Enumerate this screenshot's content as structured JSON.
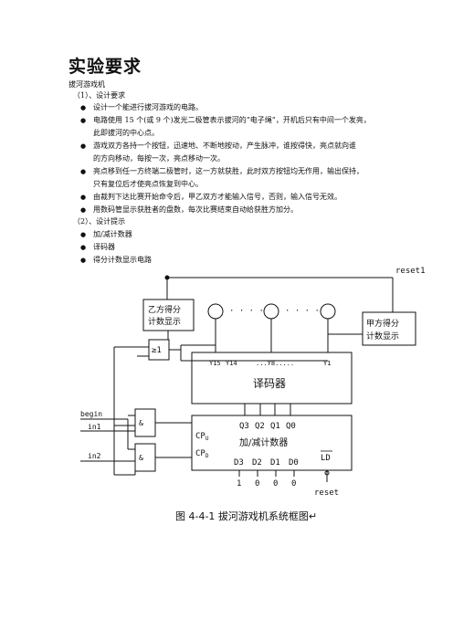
{
  "title": "实验要求",
  "subtitle": "拔河游戏机",
  "section1": "（1）、设计要求",
  "requirements": [
    "设计一个能进行拔河游戏的电路。",
    "电路使用 15 个(或 9 个)发光二极管表示拔河的“电子绳”，开机后只有中间一个发亮，",
    "此即拔河的中心点。",
    "游戏双方各持一个按钮，迅速地、不断地按动，产生脉冲，谁按得快，亮点就向谁",
    "的方向移动，每按一次，亮点移动一次。",
    "亮点移到任一方终端二极管时，这一方就获胜，此时双方按钮均无作用，输出保持，",
    "只有复位后才使亮点恢复到中心。",
    "由裁判下达比赛开始命令后，甲乙双方才能输入信号，否则，输入信号无效。",
    "用数码管显示获胜者的盘数，每次比赛结束自动给获胜方加分。"
  ],
  "section2": "（2）、设计提示",
  "hints": [
    "加/减计数器",
    "译码器",
    "得分计数显示电路"
  ],
  "diagram": {
    "reset_top": "reset1",
    "left_display": [
      "乙方得分",
      "计数显示"
    ],
    "right_display": [
      "甲方得分",
      "计数显示"
    ],
    "dots": "· · · ·",
    "or_gate": "≥1",
    "decoder_pins": [
      "Y15",
      "Y14",
      "...Y8.....",
      "Y1"
    ],
    "decoder_label": "译码器",
    "counter_outputs": [
      "Q3",
      "Q2",
      "Q1",
      "Q0"
    ],
    "cpu": "CP",
    "cpu_sub": "U",
    "cpd": "CP",
    "cpd_sub": "D",
    "counter_label": "加/减计数器",
    "counter_inputs": [
      "D3",
      "D2",
      "D1",
      "D0"
    ],
    "ld": "LD",
    "input_values": [
      "1",
      "0",
      "0",
      "0"
    ],
    "and_gate": "&",
    "begin": "begin",
    "in1": "in1",
    "in2": "in2",
    "reset_bottom": "reset"
  },
  "caption": "图 4-4-1  拔河游戏机系统框图↵"
}
